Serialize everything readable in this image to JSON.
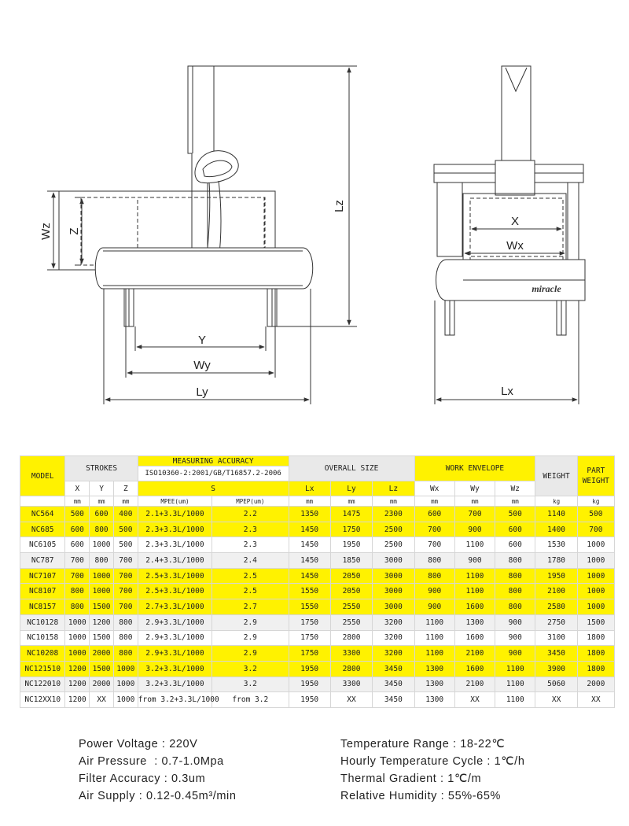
{
  "dims_side": {
    "lz": "Lz",
    "wz": "Wz",
    "z": "Z",
    "y": "Y",
    "wy": "Wy",
    "ly": "Ly"
  },
  "dims_front": {
    "x": "X",
    "wx": "Wx",
    "lx": "Lx",
    "brand": "miracle"
  },
  "table": {
    "model_label": "MODEL",
    "strokes_label": "STROKES",
    "accuracy_label": "MEASURING ACCURACY",
    "standard": "ISO10360-2:2001/GB/T16857.2-2006",
    "overall_label": "OVERALL SIZE",
    "envelope_label": "WORK ENVELOPE",
    "weight_label": "WEIGHT",
    "part_weight_label": "PART WEIGHT",
    "sub": {
      "x": "X",
      "y": "Y",
      "z": "Z",
      "s": "S",
      "lx": "Lx",
      "ly": "Ly",
      "lz": "Lz",
      "wx": "Wx",
      "wy": "Wy",
      "wz": "Wz"
    },
    "units": {
      "mm": "mm",
      "mpee": "MPEE(um)",
      "mpep": "MPEP(um)",
      "kg": "kg"
    },
    "rows": [
      {
        "model": "NC564",
        "x": "500",
        "y": "600",
        "z": "400",
        "mpee": "2.1+3.3L/1000",
        "mpep": "2.2",
        "lx": "1350",
        "ly": "1475",
        "lz": "2300",
        "wx": "600",
        "wy": "700",
        "wz": "500",
        "weight": "1140",
        "part": "500",
        "style": "yellow"
      },
      {
        "model": "NC685",
        "x": "600",
        "y": "800",
        "z": "500",
        "mpee": "2.3+3.3L/1000",
        "mpep": "2.3",
        "lx": "1450",
        "ly": "1750",
        "lz": "2500",
        "wx": "700",
        "wy": "900",
        "wz": "600",
        "weight": "1400",
        "part": "700",
        "style": "yellow"
      },
      {
        "model": "NC6105",
        "x": "600",
        "y": "1000",
        "z": "500",
        "mpee": "2.3+3.3L/1000",
        "mpep": "2.3",
        "lx": "1450",
        "ly": "1950",
        "lz": "2500",
        "wx": "700",
        "wy": "1100",
        "wz": "600",
        "weight": "1530",
        "part": "1000",
        "style": "white"
      },
      {
        "model": "NC787",
        "x": "700",
        "y": "800",
        "z": "700",
        "mpee": "2.4+3.3L/1000",
        "mpep": "2.4",
        "lx": "1450",
        "ly": "1850",
        "lz": "3000",
        "wx": "800",
        "wy": "900",
        "wz": "800",
        "weight": "1780",
        "part": "1000",
        "style": "gray"
      },
      {
        "model": "NC7107",
        "x": "700",
        "y": "1000",
        "z": "700",
        "mpee": "2.5+3.3L/1000",
        "mpep": "2.5",
        "lx": "1450",
        "ly": "2050",
        "lz": "3000",
        "wx": "800",
        "wy": "1100",
        "wz": "800",
        "weight": "1950",
        "part": "1000",
        "style": "yellow"
      },
      {
        "model": "NC8107",
        "x": "800",
        "y": "1000",
        "z": "700",
        "mpee": "2.5+3.3L/1000",
        "mpep": "2.5",
        "lx": "1550",
        "ly": "2050",
        "lz": "3000",
        "wx": "900",
        "wy": "1100",
        "wz": "800",
        "weight": "2100",
        "part": "1000",
        "style": "yellow"
      },
      {
        "model": "NC8157",
        "x": "800",
        "y": "1500",
        "z": "700",
        "mpee": "2.7+3.3L/1000",
        "mpep": "2.7",
        "lx": "1550",
        "ly": "2550",
        "lz": "3000",
        "wx": "900",
        "wy": "1600",
        "wz": "800",
        "weight": "2580",
        "part": "1000",
        "style": "yellow"
      },
      {
        "model": "NC10128",
        "x": "1000",
        "y": "1200",
        "z": "800",
        "mpee": "2.9+3.3L/1000",
        "mpep": "2.9",
        "lx": "1750",
        "ly": "2550",
        "lz": "3200",
        "wx": "1100",
        "wy": "1300",
        "wz": "900",
        "weight": "2750",
        "part": "1500",
        "style": "gray"
      },
      {
        "model": "NC10158",
        "x": "1000",
        "y": "1500",
        "z": "800",
        "mpee": "2.9+3.3L/1000",
        "mpep": "2.9",
        "lx": "1750",
        "ly": "2800",
        "lz": "3200",
        "wx": "1100",
        "wy": "1600",
        "wz": "900",
        "weight": "3100",
        "part": "1800",
        "style": "white"
      },
      {
        "model": "NC10208",
        "x": "1000",
        "y": "2000",
        "z": "800",
        "mpee": "2.9+3.3L/1000",
        "mpep": "2.9",
        "lx": "1750",
        "ly": "3300",
        "lz": "3200",
        "wx": "1100",
        "wy": "2100",
        "wz": "900",
        "weight": "3450",
        "part": "1800",
        "style": "yellow"
      },
      {
        "model": "NC121510",
        "x": "1200",
        "y": "1500",
        "z": "1000",
        "mpee": "3.2+3.3L/1000",
        "mpep": "3.2",
        "lx": "1950",
        "ly": "2800",
        "lz": "3450",
        "wx": "1300",
        "wy": "1600",
        "wz": "1100",
        "weight": "3900",
        "part": "1800",
        "style": "yellow"
      },
      {
        "model": "NC122010",
        "x": "1200",
        "y": "2000",
        "z": "1000",
        "mpee": "3.2+3.3L/1000",
        "mpep": "3.2",
        "lx": "1950",
        "ly": "3300",
        "lz": "3450",
        "wx": "1300",
        "wy": "2100",
        "wz": "1100",
        "weight": "5060",
        "part": "2000",
        "style": "gray"
      },
      {
        "model": "NC12XX10",
        "x": "1200",
        "y": "XX",
        "z": "1000",
        "mpee": "from 3.2+3.3L/1000",
        "mpep": "from 3.2",
        "lx": "1950",
        "ly": "XX",
        "lz": "3450",
        "wx": "1300",
        "wy": "XX",
        "wz": "1100",
        "weight": "XX",
        "part": "XX",
        "style": "white"
      }
    ]
  },
  "environment": {
    "left": [
      "Power Voltage : 220V",
      "Air Pressure  : 0.7-1.0Mpa",
      "Filter Accuracy : 0.3um",
      "Air Supply : 0.12-0.45m³/min"
    ],
    "right": [
      "Temperature Range : 18-22℃",
      "Hourly Temperature Cycle : 1℃/h",
      "Thermal Gradient : 1℃/m",
      "Relative Humidity : 55%-65%"
    ]
  },
  "colors": {
    "yellow": "#fff200",
    "gray": "#e9e9e9",
    "line": "#333333"
  }
}
